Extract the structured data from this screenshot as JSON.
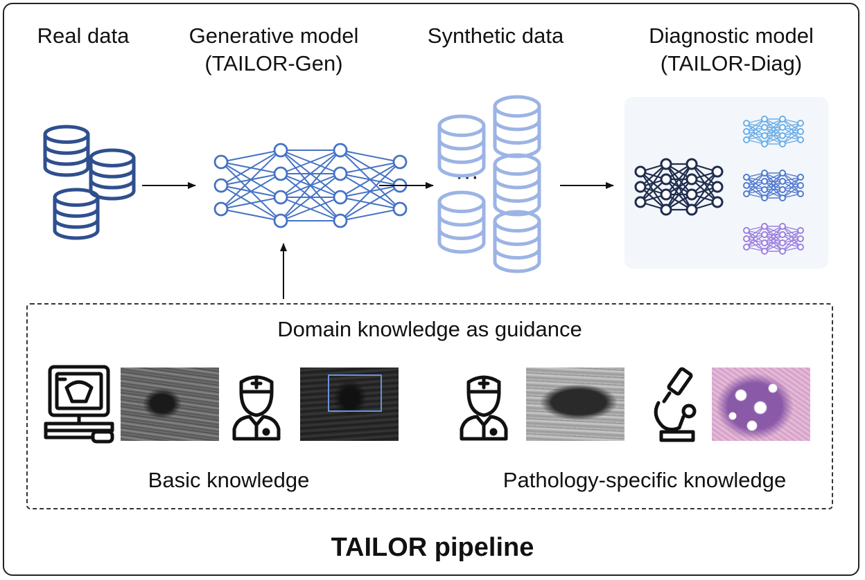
{
  "columns": {
    "real_data": "Real data",
    "generative_model": [
      "Generative model",
      "(TAILOR-Gen)"
    ],
    "synthetic_data": "Synthetic data",
    "diagnostic_model": [
      "Diagnostic model",
      "(TAILOR-Diag)"
    ]
  },
  "knowledge_box": {
    "heading": "Domain knowledge as guidance",
    "basic": "Basic knowledge",
    "pathology": "Pathology-specific knowledge"
  },
  "ellipsis": "···",
  "footer_title": "TAILOR pipeline",
  "colors": {
    "real_db": "#2f4f8f",
    "gen_net": "#4472c4",
    "synthetic_db": "#9cb4e4",
    "diag_main": "#1f2d4e",
    "diag_a": "#6aaee8",
    "diag_b": "#4f78d0",
    "diag_c": "#9b7fe0"
  },
  "icons": [
    "database-icon",
    "neural-network-icon",
    "ultrasound-monitor-icon",
    "doctor-icon",
    "microscope-icon"
  ]
}
